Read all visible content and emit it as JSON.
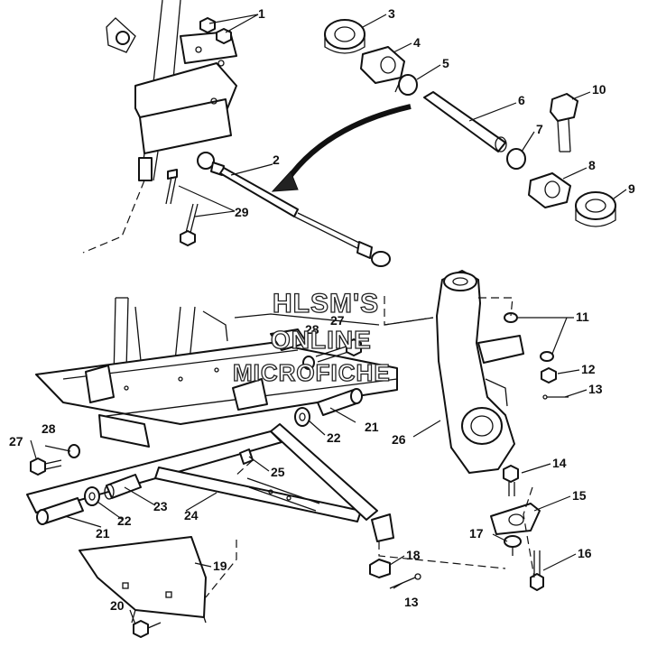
{
  "watermark": {
    "line1": "HLSM'S",
    "line2": "ONLINE",
    "line3": "MICROFICHE"
  },
  "callouts": [
    "1",
    "2",
    "3",
    "4",
    "5",
    "6",
    "7",
    "8",
    "9",
    "10",
    "11",
    "12",
    "13",
    "14",
    "15",
    "16",
    "17",
    "18",
    "19",
    "20",
    "21",
    "22",
    "23",
    "24",
    "25",
    "26",
    "27",
    "28",
    "29"
  ],
  "colors": {
    "ink": "#111111",
    "paper": "#ffffff"
  }
}
